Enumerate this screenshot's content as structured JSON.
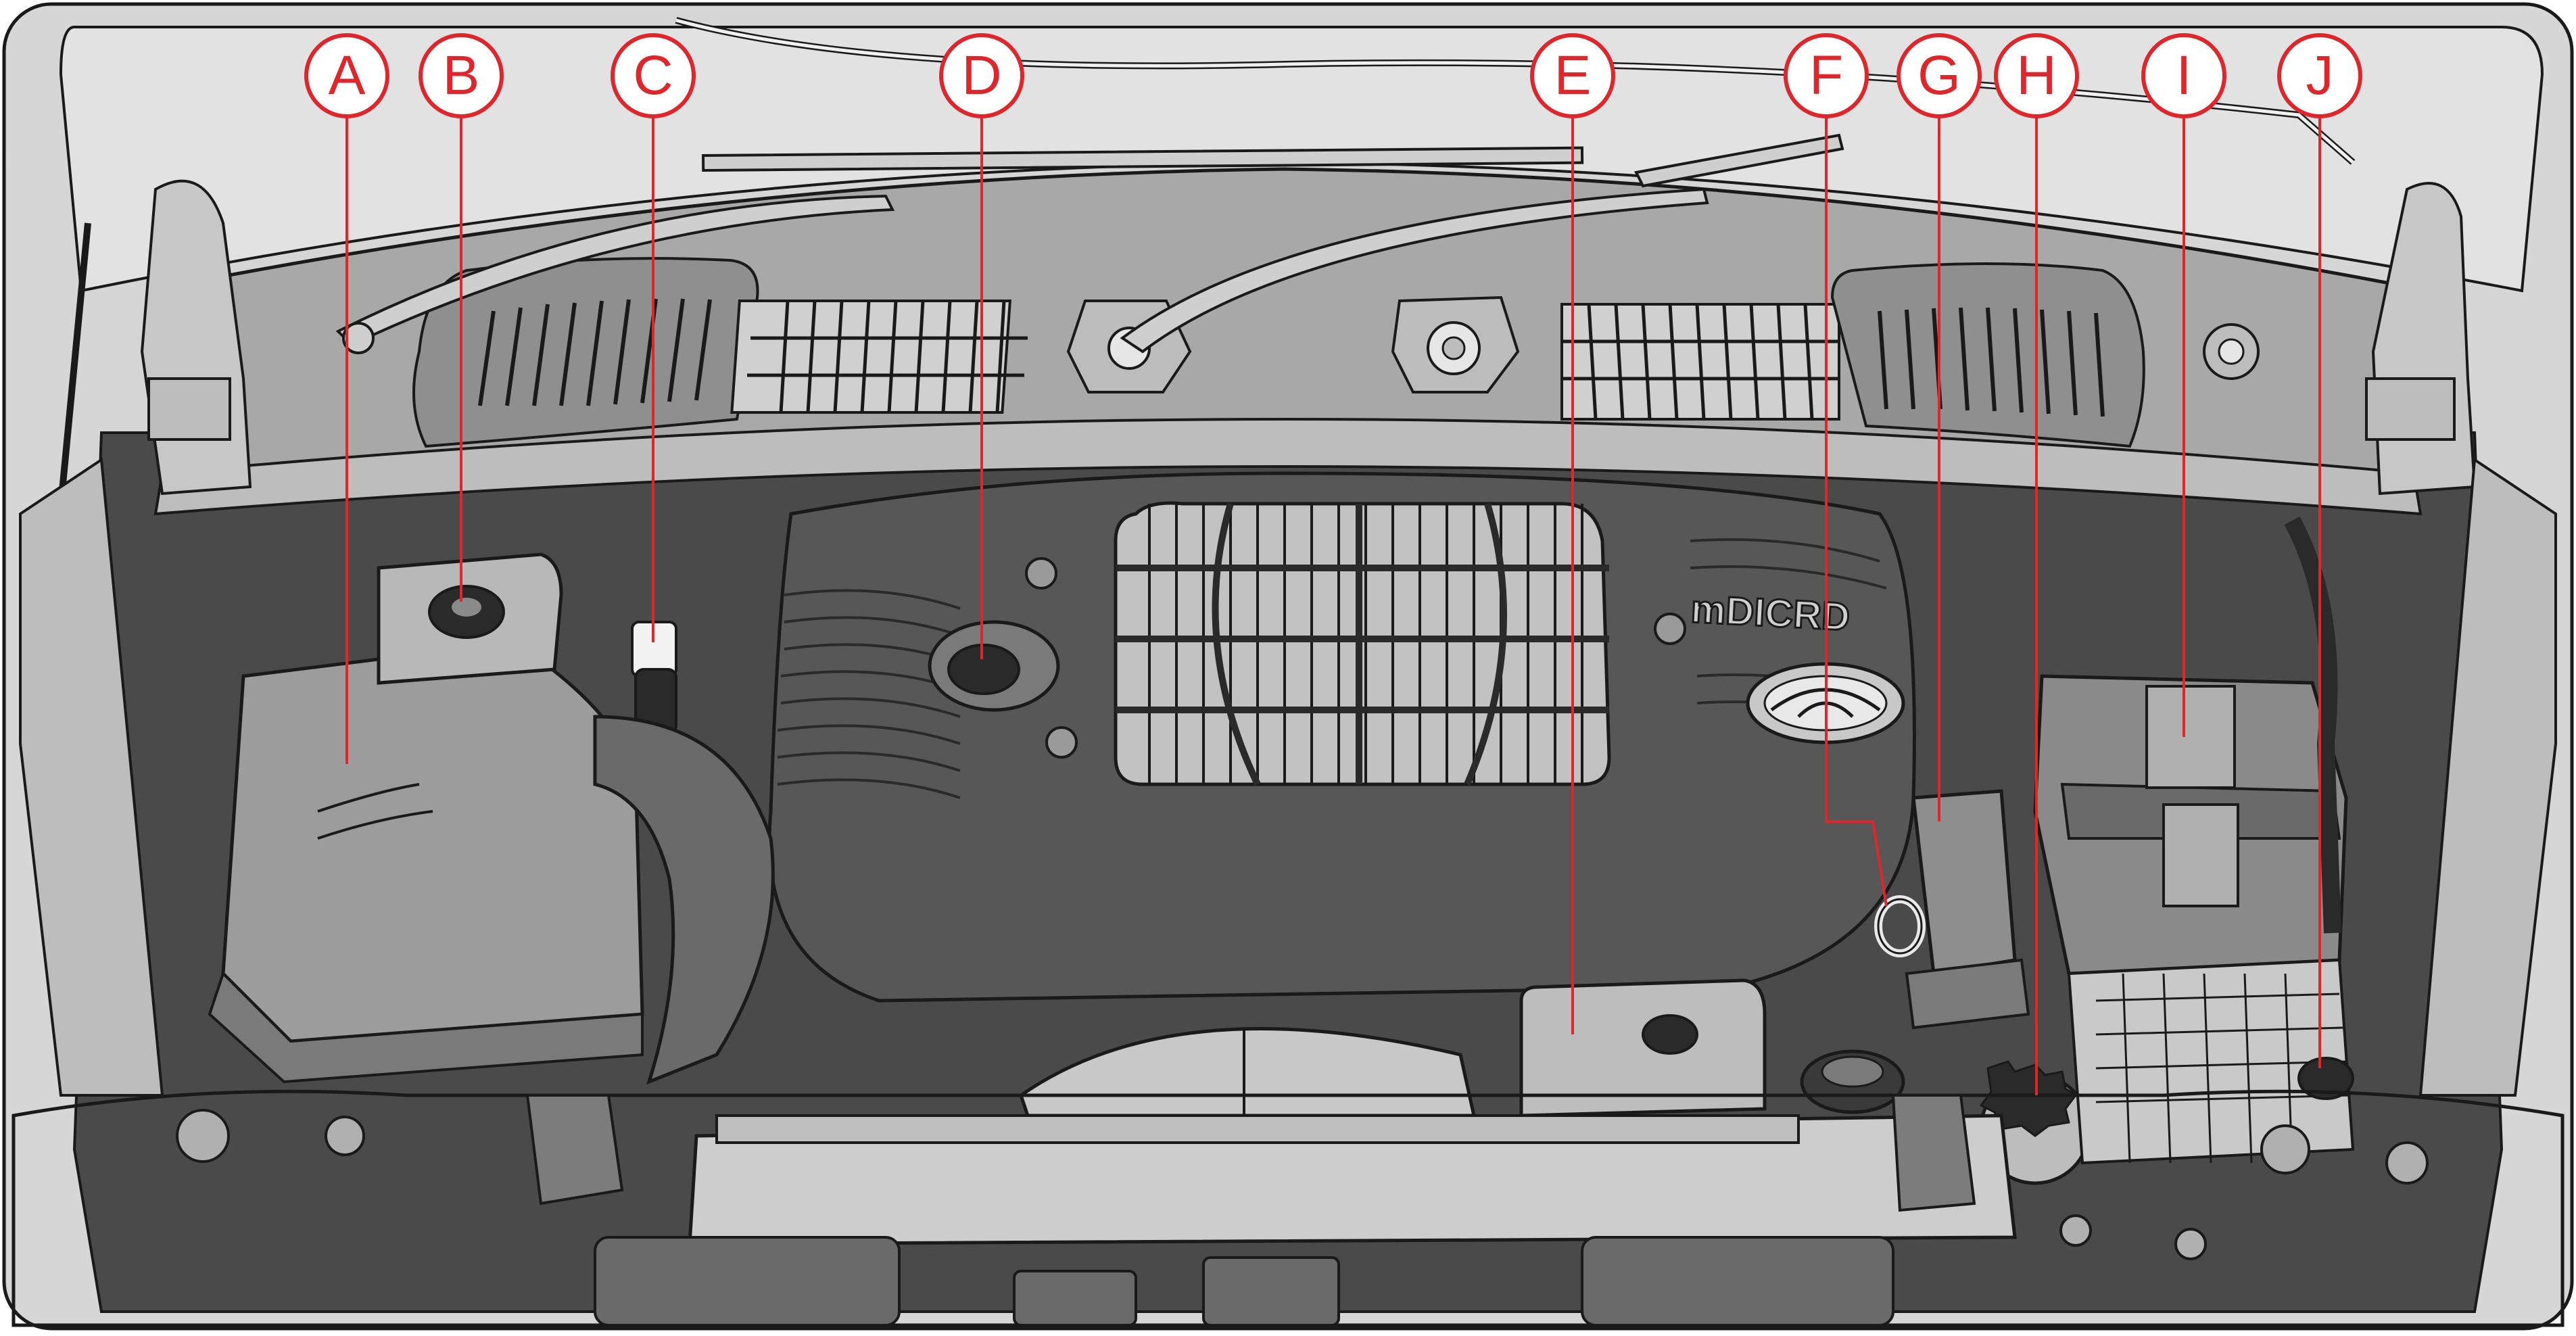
{
  "diagram": {
    "callouts": [
      {
        "id": "A",
        "label": "A"
      },
      {
        "id": "B",
        "label": "B"
      },
      {
        "id": "C",
        "label": "C"
      },
      {
        "id": "D",
        "label": "D"
      },
      {
        "id": "E",
        "label": "E"
      },
      {
        "id": "F",
        "label": "F"
      },
      {
        "id": "G",
        "label": "G"
      },
      {
        "id": "H",
        "label": "H"
      },
      {
        "id": "I",
        "label": "I"
      },
      {
        "id": "J",
        "label": "J"
      }
    ],
    "engine_cover_text": "mDICRD",
    "colors": {
      "callout_red": "#e0262b",
      "line": "#1a1a1a",
      "frame_light": "#d9d9d9",
      "cowl": "#a8a8a8",
      "engine_dark": "#575757",
      "bay_shadow": "#3c3c3c"
    }
  }
}
